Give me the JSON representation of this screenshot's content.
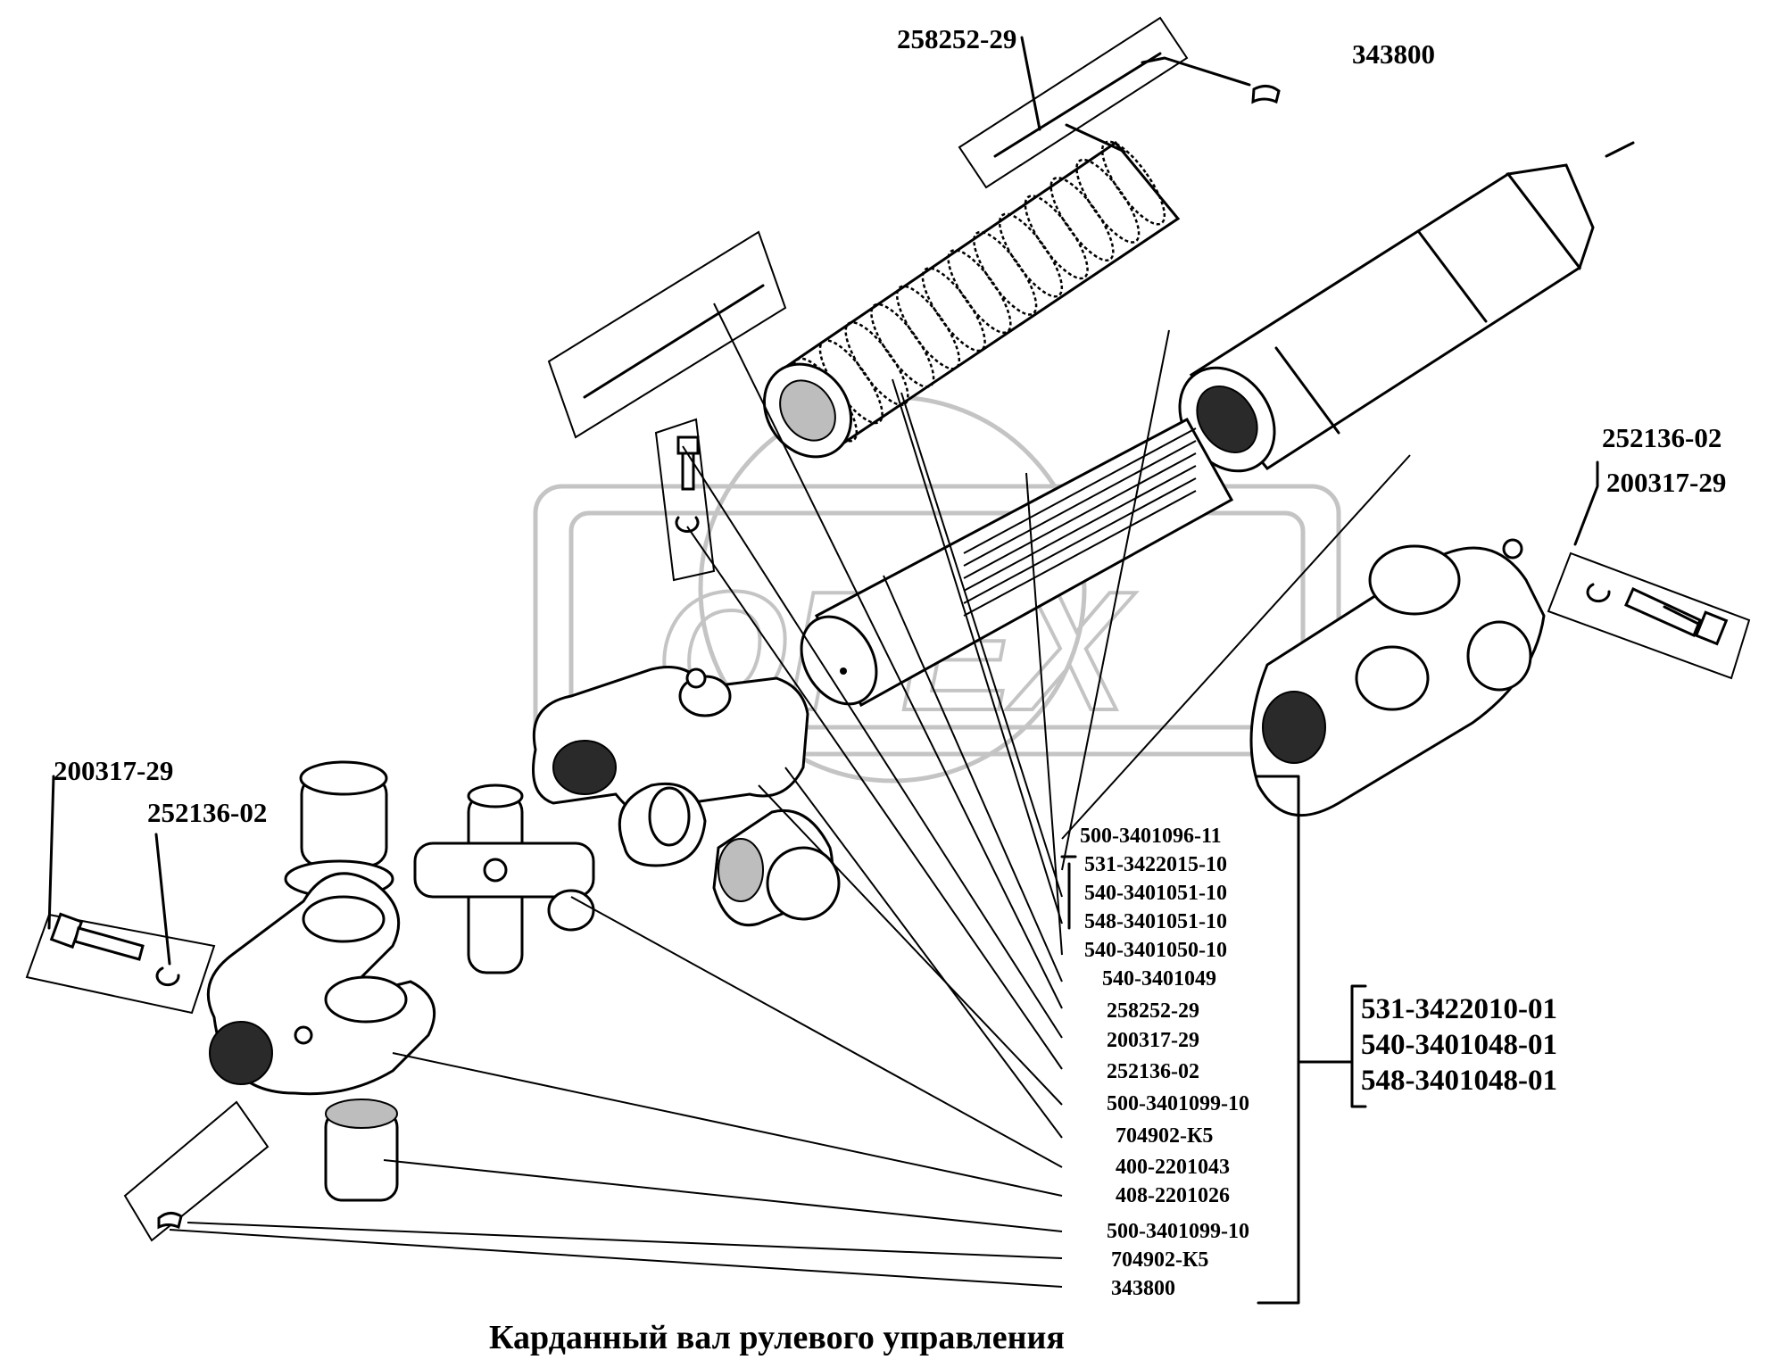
{
  "title": "Карданный вал рулевого управления",
  "watermark": "ОРЕХ",
  "callouts": {
    "top_258252": "258252-29",
    "top_343800": "343800",
    "right_252136": "252136-02",
    "right_200317": "200317-29",
    "left_200317": "200317-29",
    "left_252136": "252136-02"
  },
  "parts_list": [
    "500-3401096-11",
    "531-3422015-10",
    "540-3401051-10",
    "548-3401051-10",
    "540-3401050-10",
    "540-3401049",
    "258252-29",
    "200317-29",
    "252136-02",
    "500-3401099-10",
    "704902-К5",
    "400-2201043",
    "408-2201026",
    "500-3401099-10",
    "704902-К5",
    "343800"
  ],
  "assembly": [
    "531-3422010-01",
    "540-3401048-01",
    "548-3401048-01"
  ]
}
